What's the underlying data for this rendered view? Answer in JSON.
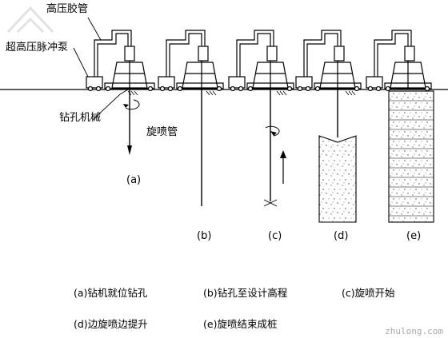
{
  "labels": {
    "high_pressure_hose": "高压胶管",
    "ultra_high_pressure_pump": "超高压脉冲泵",
    "drilling_machine": "钻孔机械",
    "jet_pipe": "旋喷管"
  },
  "steps": [
    {
      "id": "a",
      "label": "(a)"
    },
    {
      "id": "b",
      "label": "(b)"
    },
    {
      "id": "c",
      "label": "(c)"
    },
    {
      "id": "d",
      "label": "(d)"
    },
    {
      "id": "e",
      "label": "(e)"
    }
  ],
  "captions": {
    "a": "(a)钻机就位钻孔",
    "b": "(b)钻孔至设计高程",
    "c": "(c)旋喷开始",
    "d": "(d)边旋喷边提升",
    "e": "(e)旋喷结束成桩"
  },
  "watermark": "zhulong.com",
  "colors": {
    "line": "#000000",
    "dots": "#444444",
    "background": "#ffffff"
  }
}
